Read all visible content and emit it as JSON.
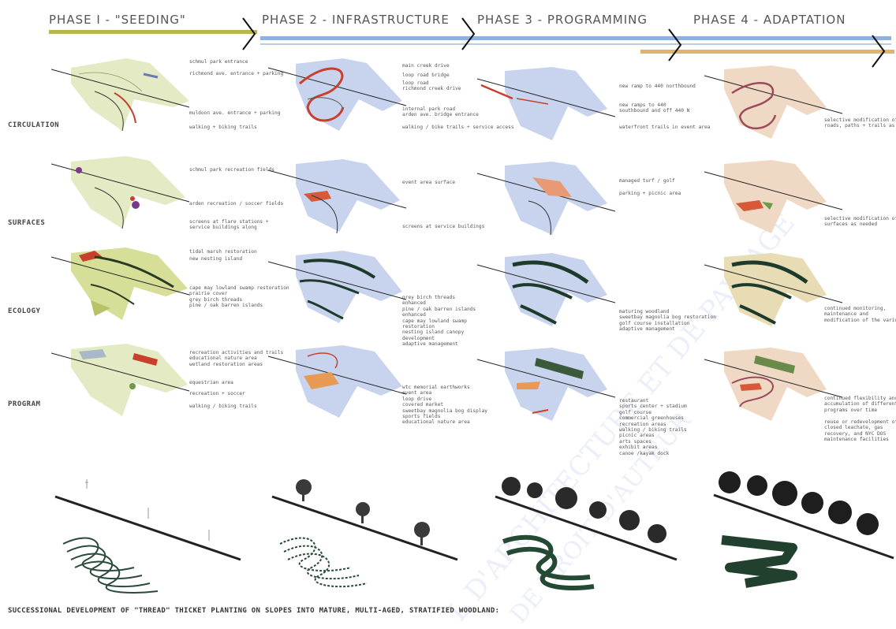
{
  "phases": [
    {
      "title": "PHASE I  - \"SEEDING\""
    },
    {
      "title": "PHASE 2 - INFRASTRUCTURE"
    },
    {
      "title": "PHASE 3 - PROGRAMMING"
    },
    {
      "title": "PHASE 4 - ADAPTATION"
    }
  ],
  "colors": {
    "phase1_fill": "#e4ebc4",
    "phase2_fill": "#c8d4ee",
    "phase3_fill": "#c8d4ee",
    "phase4_fill": "#efd9c4",
    "olive_bar": "#b8b650",
    "blue_bar": "#8fb1df",
    "orange_bar": "#e2b46a",
    "road_red": "#c8402c",
    "forest": "#1d3a2a"
  },
  "rows": [
    {
      "label": "CIRCULATION"
    },
    {
      "label": "SURFACES"
    },
    {
      "label": "ECOLOGY"
    },
    {
      "label": "PROGRAM"
    }
  ],
  "notes": {
    "p1_circ": [
      "schmul park entrance",
      "richmond ave. entrance + parking",
      "muldoon ave. entrance + parking",
      "walking + biking trails"
    ],
    "p2_circ": [
      "main creek drive",
      "loop road bridge",
      "loop road\nrichmond creek drive",
      "internal park road\narden ave. bridge entrance",
      "walking / bike trails + service access"
    ],
    "p3_circ": [
      "new ramp to 440 northbound",
      "new ramps to 440\nsouthbound and off 440 N",
      "waterfront trails in event area"
    ],
    "p4_circ": [
      "selective modification of\nroads, paths + trails as"
    ],
    "p1_surf": [
      "schmul park recreation fields",
      "arden recreation / soccer fields",
      "screens at flare stations +\nservice buildings along"
    ],
    "p2_surf": [
      "event area surface",
      "screens at service buildings"
    ],
    "p3_surf": [
      "managed turf / golf",
      "parking + picnic area"
    ],
    "p4_surf": [
      "selective modification of\nsurfaces as needed"
    ],
    "p1_eco": [
      "tidal marsh restoration",
      "new nesting island",
      "cape may lowland swamp restoration\nprairie cover\ngrey birch threads\npine / oak barren islands"
    ],
    "p2_eco": [
      "grey birch threads\nenhanced\npine / oak barren islands\nenhanced\ncape may lowland swamp\nrestoration\nnesting island canopy\ndevelopment\nadaptive management"
    ],
    "p3_eco": [
      "maturing woodland\nsweetbay magnolia bog restoration\ngolf course installation\nadaptive management"
    ],
    "p4_eco": [
      "continued monitoring,\nmaintenance and\nmodification of the various"
    ],
    "p1_prog": [
      "recreation activities and trails\neducational nature area\nwetland restoration areas",
      "equestrian area",
      "recreation + soccer",
      "walking / biking trails"
    ],
    "p2_prog": [
      "wtc memorial earthworks\nevent area\nloop drive\ncovered market\nsweetbay magnolia bog display\nsports fields\neducational nature area"
    ],
    "p3_prog": [
      "restaurant\nsports center + stadium\ngolf course\ncommercial greenhouses\nrecreation areas\nwalking / biking trails\npicnic areas\narts spaces\nexhibit areas\ncanoe /kayak dock"
    ],
    "p4_prog": [
      "continued flexibility and\naccumulation of different\nprograms over time",
      "reuse or redevelopment of\nclosed leachate, gas\nrecovery, and NYC DOS\nmaintenance facilities"
    ]
  },
  "caption": "SUCCESSIONAL DEVELOPMENT OF \"THREAD\" THICKET PLANTING ON SLOPES INTO MATURE, MULTI-AGED, STRATIFIED WOODLAND:",
  "watermark": {
    "line1": "L D'ARCHITECTURE ET DE PAYSAGE",
    "line2": "DE DROIT D'AUTEUR"
  }
}
